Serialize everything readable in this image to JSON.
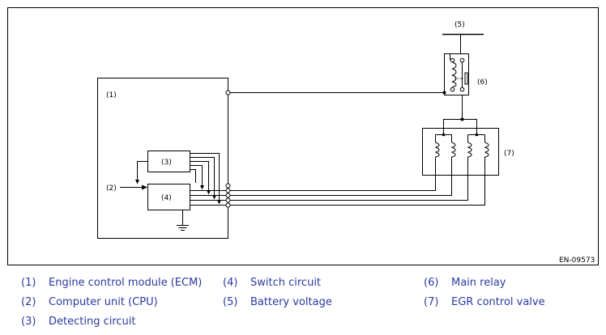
{
  "diagram": {
    "callouts": {
      "ecm": "(1)",
      "cpu_input": "(2)",
      "detecting": "(3)",
      "switch": "(4)",
      "battery": "(5)",
      "relay": "(6)",
      "valve": "(7)"
    },
    "figure_id": "EN-09573"
  },
  "legend": [
    {
      "num": "(1)",
      "text": "Engine control module (ECM)"
    },
    {
      "num": "(2)",
      "text": "Computer unit (CPU)"
    },
    {
      "num": "(3)",
      "text": "Detecting circuit"
    },
    {
      "num": "(4)",
      "text": "Switch circuit"
    },
    {
      "num": "(5)",
      "text": "Battery voltage"
    },
    {
      "num": "(6)",
      "text": "Main relay"
    },
    {
      "num": "(7)",
      "text": "EGR control valve"
    }
  ],
  "colors": {
    "legend_text": "#2a3aa0",
    "line": "#000000"
  }
}
